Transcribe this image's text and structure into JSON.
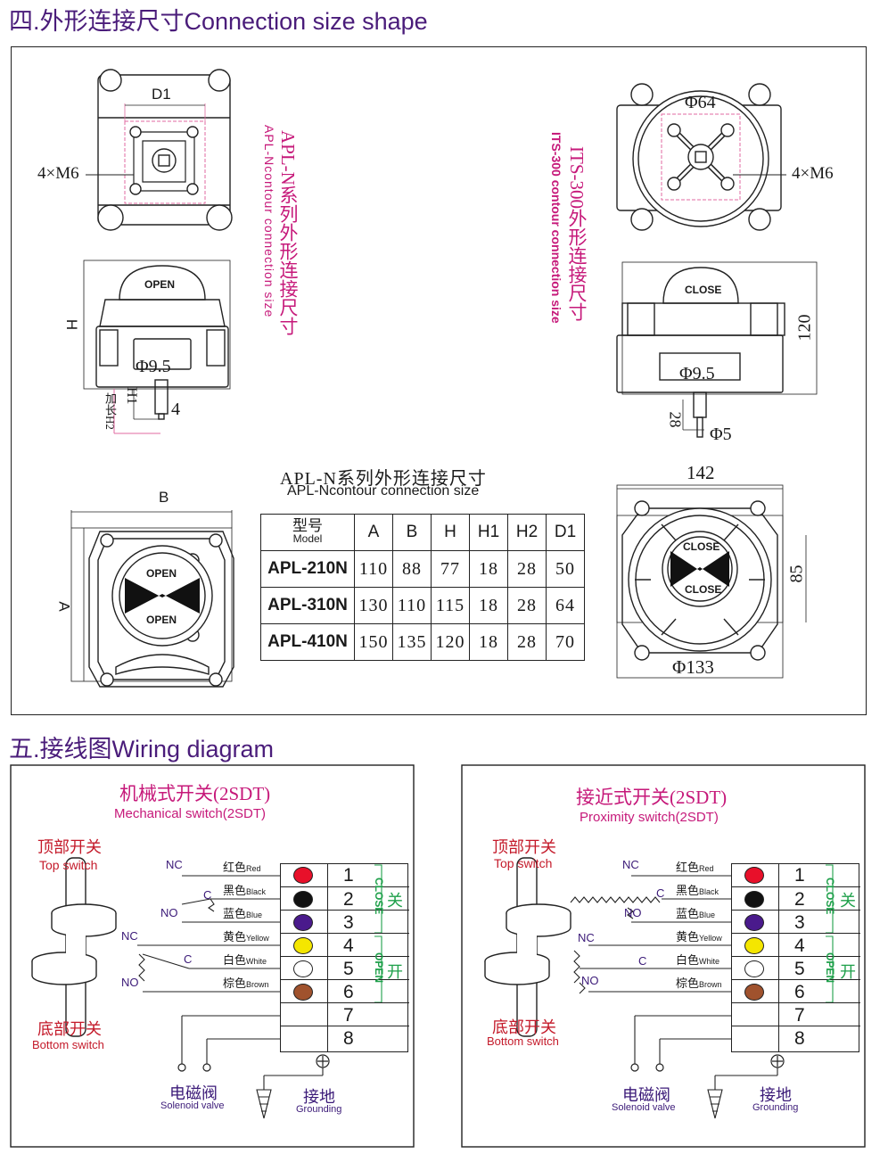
{
  "section4": {
    "title": "四.外形连接尺寸Connection size shape"
  },
  "section5": {
    "title": "五.接线图Wiring diagram"
  },
  "apl": {
    "d1": "D1",
    "m6": "4×M6",
    "h": "H",
    "h1": "H1",
    "ext": "加长H2",
    "phi95": "Φ9.5",
    "four": "4",
    "b": "B",
    "a": "A",
    "open": "OPEN",
    "caption_cn": "APL-N系列外形连接尺寸",
    "caption_en": "APL-Ncontour connection size"
  },
  "its": {
    "phi64": "Φ64",
    "m6": "4×M6",
    "dim120": "120",
    "phi95": "Φ9.5",
    "dim28": "28",
    "phi5": "Φ5",
    "dim142": "142",
    "dim85": "85",
    "phi133": "Φ133",
    "close": "CLOSE",
    "caption_cn": "ITS-300外形连接尺寸",
    "caption_en": "ITS-300 contour connection size"
  },
  "table": {
    "title_cn": "APL-N系列外形连接尺寸",
    "title_en": "APL-Ncontour connection size",
    "model_cn": "型号",
    "model_en": "Model",
    "headers": [
      "A",
      "B",
      "H",
      "H1",
      "H2",
      "D1"
    ],
    "rows": [
      {
        "model": "APL-210N",
        "values": [
          "110",
          "88",
          "77",
          "18",
          "28",
          "50"
        ]
      },
      {
        "model": "APL-310N",
        "values": [
          "130",
          "110",
          "115",
          "18",
          "28",
          "64"
        ]
      },
      {
        "model": "APL-410N",
        "values": [
          "150",
          "135",
          "120",
          "18",
          "28",
          "70"
        ]
      }
    ]
  },
  "wiring": {
    "mechanical": {
      "title_cn": "机械式开关(2SDT)",
      "title_en": "Mechanical switch(2SDT)"
    },
    "proximity": {
      "title_cn": "接近式开关(2SDT)",
      "title_en": "Proximity switch(2SDT)"
    },
    "top_cn": "顶部开关",
    "top_en": "Top switch",
    "bottom_cn": "底部开关",
    "bottom_en": "Bottom switch",
    "nc": "NC",
    "no": "NO",
    "c": "C",
    "close": "CLOSE",
    "close_cn": "关",
    "open": "OPEN",
    "open_cn": "开",
    "solenoid_cn": "电磁阀",
    "solenoid_en": "Solenoid valve",
    "ground_cn": "接地",
    "ground_en": "Grounding",
    "wires": [
      {
        "cn": "红色",
        "en": "Red",
        "color": "#e8102a"
      },
      {
        "cn": "黑色",
        "en": "Black",
        "color": "#111111"
      },
      {
        "cn": "蓝色",
        "en": "Blue",
        "color": "#4a1a8c"
      },
      {
        "cn": "黄色",
        "en": "Yellow",
        "color": "#f4e600"
      },
      {
        "cn": "白色",
        "en": "White",
        "color": "#ffffff"
      },
      {
        "cn": "棕色",
        "en": "Brown",
        "color": "#a0522d"
      }
    ],
    "terminals": [
      "1",
      "2",
      "3",
      "4",
      "5",
      "6",
      "7",
      "8"
    ]
  }
}
